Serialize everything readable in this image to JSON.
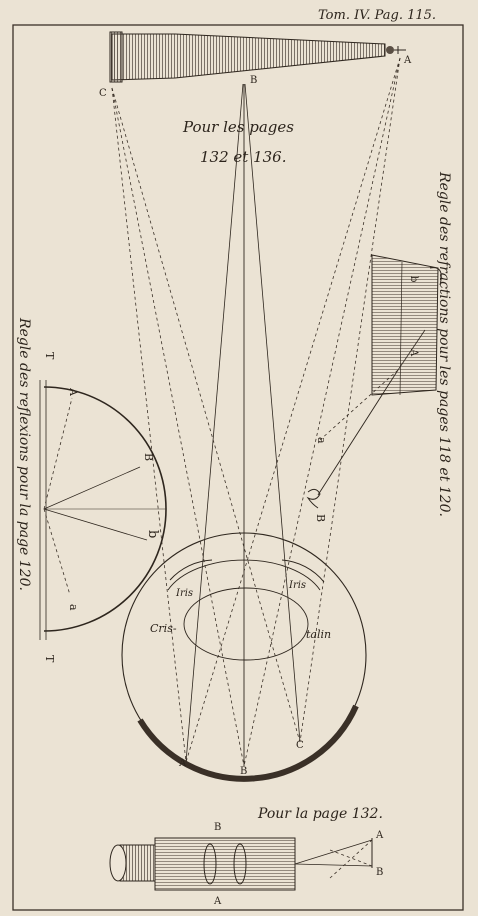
{
  "header": {
    "text": "Tom. IV. Pag. 115."
  },
  "captions": {
    "top_line1": "Pour les pages",
    "top_line2": "132  et 136.",
    "left_rule": "Regle des reflexions pour la page 120.",
    "right_rule": "Regle des refractions pour les pages 118 et 120.",
    "bottom": "Pour la page 132."
  },
  "labels": {
    "A": "A",
    "B": "B",
    "C": "C",
    "a": "a",
    "b": "b",
    "T": "T",
    "iris": "Iris",
    "cris": "Cris-",
    "talin": "talin"
  },
  "colors": {
    "paper": "#ebe3d4",
    "ink": "#2e261e",
    "hatch": "#5a4f44"
  }
}
